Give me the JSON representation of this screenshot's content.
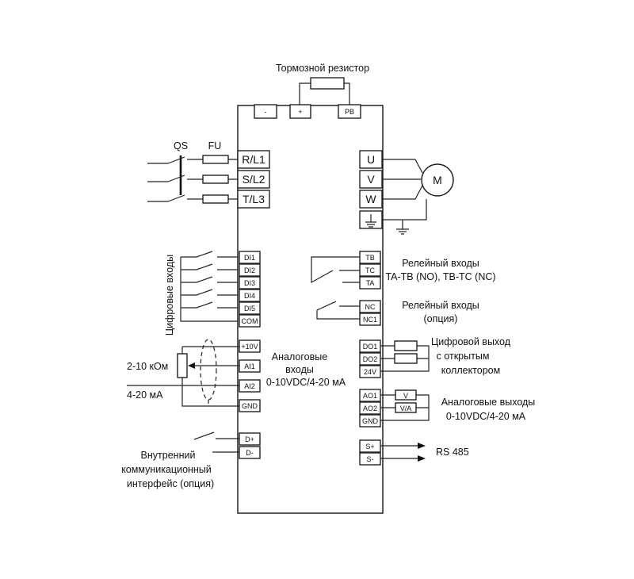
{
  "brake_resistor": {
    "title": "Тормозной резистор",
    "terminals": [
      "-",
      "+",
      "PB"
    ]
  },
  "power_input": {
    "qs": "QS",
    "fu": "FU",
    "terminals": [
      "R/L1",
      "S/L2",
      "T/L3"
    ]
  },
  "motor": {
    "terminals": [
      "U",
      "V",
      "W"
    ],
    "symbol": "M"
  },
  "digital_inputs": {
    "label": "Цифровые входы",
    "terminals": [
      "DI1",
      "DI2",
      "DI3",
      "DI4",
      "DI5",
      "COM"
    ]
  },
  "analog_inputs": {
    "label_line1": "Аналоговые",
    "label_line2": "входы",
    "label_line3": "0-10VDC/4-20 мА",
    "pot_label": "2-10 кОм",
    "current_label": "4-20 мА",
    "terminals": [
      "+10V",
      "AI1",
      "AI2",
      "GND"
    ]
  },
  "comm": {
    "label_line1": "Внутренний",
    "label_line2": "коммуникационный",
    "label_line3": "интерфейс (опция)",
    "terminals": [
      "D+",
      "D-"
    ]
  },
  "relay1": {
    "label_line1": "Релейный входы",
    "label_line2": "TA-TB (NO), TB-TC (NC)",
    "terminals": [
      "TB",
      "TC",
      "TA"
    ]
  },
  "relay2": {
    "label_line1": "Релейный входы",
    "label_line2": "(опция)",
    "terminals": [
      "NC",
      "NC1"
    ]
  },
  "digital_out": {
    "label_line1": "Цифровой выход",
    "label_line2": "с открытым",
    "label_line3": "коллектором",
    "terminals": [
      "DO1",
      "DO2",
      "24V"
    ]
  },
  "analog_out": {
    "label_line1": "Аналоговые выходы",
    "label_line2": "0-10VDC/4-20 мА",
    "terminals": [
      "AO1",
      "AO2",
      "GND"
    ],
    "meters": [
      "V",
      "V/A"
    ]
  },
  "rs485": {
    "label": "RS 485",
    "terminals": [
      "S+",
      "S-"
    ]
  }
}
